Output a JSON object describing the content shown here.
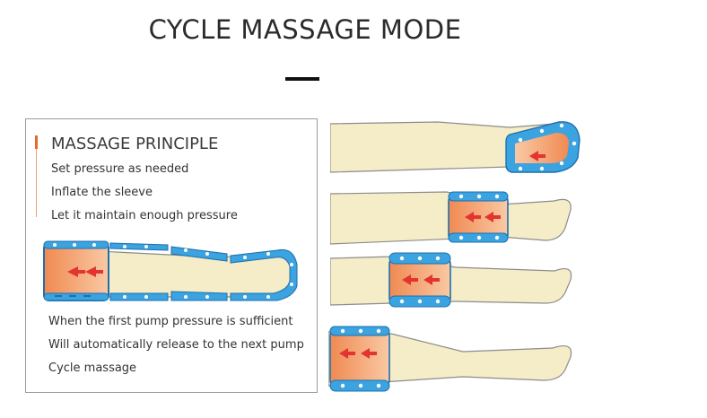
{
  "header": {
    "title": "CYCLE MASSAGE MODE"
  },
  "principle": {
    "heading": "MASSAGE PRINCIPLE",
    "steps": [
      "Set pressure as needed",
      "Inflate the sleeve",
      "Let it maintain enough pressure"
    ],
    "notes": [
      "When the first pump pressure is sufficient",
      "Will automatically release to the next pump",
      "Cycle massage"
    ]
  },
  "stages": [
    {
      "active_zone": "foot"
    },
    {
      "active_zone": "calf"
    },
    {
      "active_zone": "knee"
    },
    {
      "active_zone": "thigh"
    }
  ],
  "colors": {
    "accent": "#e8672d",
    "sleeve_blue": "#3aa3e0",
    "sleeve_dark": "#1f6fae",
    "pressure_orange": "#f2a57a",
    "leg_fill": "#f5ecc8",
    "arrow_red": "#e3342f"
  }
}
